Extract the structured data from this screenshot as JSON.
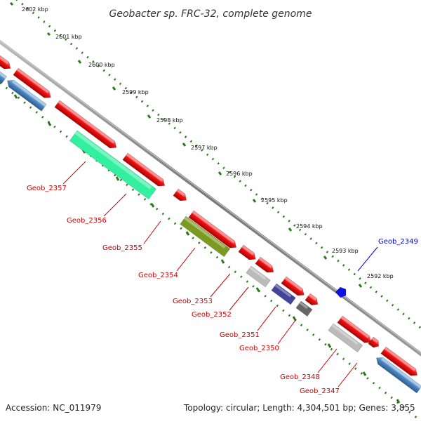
{
  "title": "Geobacter sp. FRC-32, complete genome",
  "footer": {
    "accession": "Accession: NC_011979",
    "summary": "Topology: circular; Length: 4,304,501 bp; Genes: 3,855"
  },
  "colors": {
    "forward_gene": "#ee1111",
    "reverse_gene": "#4a84c0",
    "ruler_dots": "#2a7a1a",
    "backbone": "#888888",
    "label_red": "#cc0000",
    "label_blue": "#0000cc"
  },
  "ruler": {
    "ticks": [
      {
        "label": "2602 kbp"
      },
      {
        "label": "2601 kbp"
      },
      {
        "label": "2600 kbp"
      },
      {
        "label": "2599 kbp"
      },
      {
        "label": "2598 kbp"
      },
      {
        "label": "2597 kbp"
      },
      {
        "label": "2596 kbp"
      },
      {
        "label": "2595 kbp"
      },
      {
        "label": "2594 kbp"
      },
      {
        "label": "2593 kbp"
      },
      {
        "label": "2592 kbp"
      }
    ]
  },
  "genes": [
    {
      "name": "Geob_2357",
      "color": "#33f0a0",
      "label_color": "#cc0000"
    },
    {
      "name": "Geob_2356",
      "color": "#ee1111",
      "label_color": "#cc0000"
    },
    {
      "name": "Geob_2355",
      "color": "#ee1111",
      "label_color": "#cc0000"
    },
    {
      "name": "Geob_2354",
      "color": "#7a9a20",
      "label_color": "#cc0000"
    },
    {
      "name": "Geob_2353",
      "color": "#ee1111",
      "label_color": "#cc0000"
    },
    {
      "name": "Geob_2352",
      "color": "#bbbbbb",
      "label_color": "#cc0000"
    },
    {
      "name": "Geob_2351",
      "color": "#44449a",
      "label_color": "#cc0000"
    },
    {
      "name": "Geob_2350",
      "color": "#666666",
      "label_color": "#cc0000"
    },
    {
      "name": "Geob_2349",
      "color": "#1111dd",
      "label_color": "#0000cc"
    },
    {
      "name": "Geob_2348",
      "color": "#bbbbbb",
      "label_color": "#cc0000"
    },
    {
      "name": "Geob_2347",
      "color": "#ee1111",
      "label_color": "#cc0000"
    }
  ]
}
